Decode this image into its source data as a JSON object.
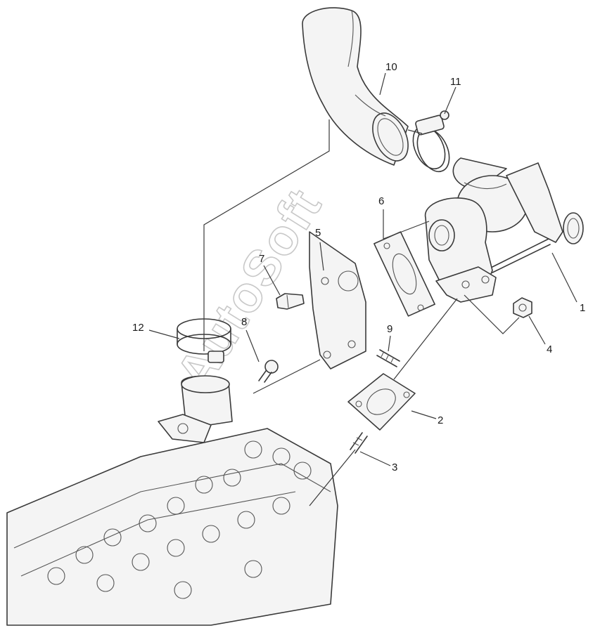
{
  "diagram": {
    "callouts": {
      "c1": "1",
      "c2": "2",
      "c3": "3",
      "c4": "4",
      "c5": "5",
      "c6": "6",
      "c7": "7",
      "c8": "8",
      "c9": "9",
      "c10": "10",
      "c11": "11",
      "c12": "12"
    },
    "watermark": "AutoSoft"
  }
}
